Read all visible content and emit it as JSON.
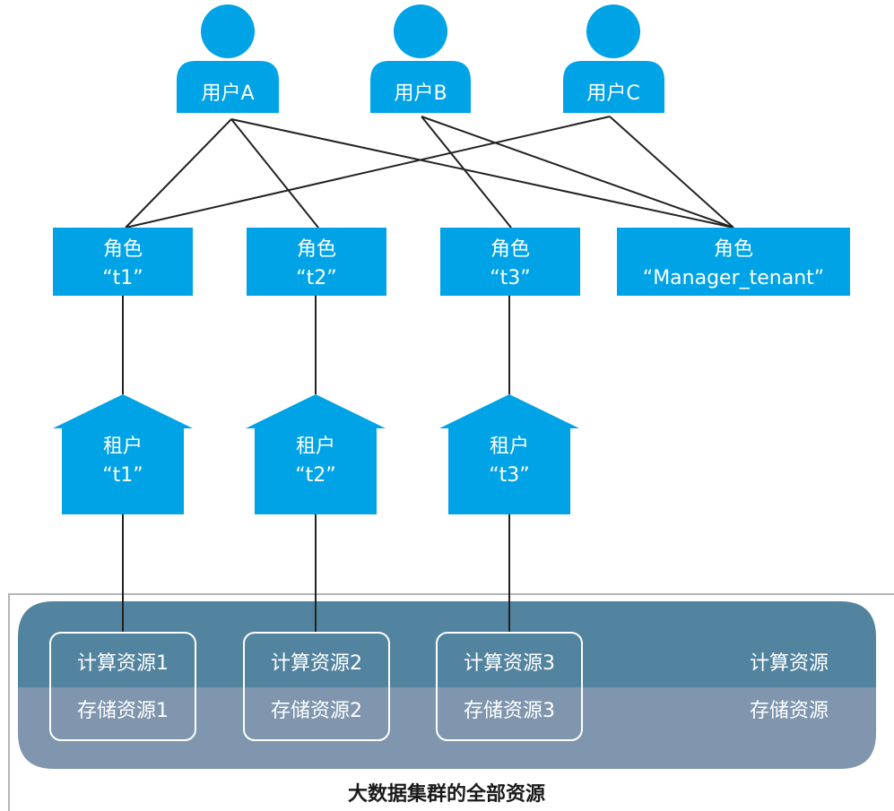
{
  "users": [
    {
      "id": "A",
      "label": "用户A"
    },
    {
      "id": "B",
      "label": "用户B"
    },
    {
      "id": "C",
      "label": "用户C"
    }
  ],
  "roles": [
    {
      "id": "t1",
      "line1": "角色",
      "line2": "“t1”"
    },
    {
      "id": "t2",
      "line1": "角色",
      "line2": "“t2”"
    },
    {
      "id": "t3",
      "line1": "角色",
      "line2": "“t3”"
    },
    {
      "id": "mgr",
      "line1": "角色",
      "line2": "“Manager_tenant”"
    }
  ],
  "tenants": [
    {
      "id": "t1",
      "line1": "租户",
      "line2": "“t1”"
    },
    {
      "id": "t2",
      "line1": "租户",
      "line2": "“t2”"
    },
    {
      "id": "t3",
      "line1": "租户",
      "line2": "“t3”"
    }
  ],
  "resources": [
    {
      "compute": "计算资源1",
      "storage": "存储资源1"
    },
    {
      "compute": "计算资源2",
      "storage": "存储资源2"
    },
    {
      "compute": "计算资源3",
      "storage": "存储资源3"
    }
  ],
  "pool": {
    "compute_label": "计算资源",
    "storage_label": "存储资源",
    "caption": "大数据集群的全部资源"
  },
  "colors": {
    "node_blue": "#00a3e6",
    "compute_band": "#53849f",
    "storage_band": "#7f96ae",
    "line": "#222222"
  }
}
